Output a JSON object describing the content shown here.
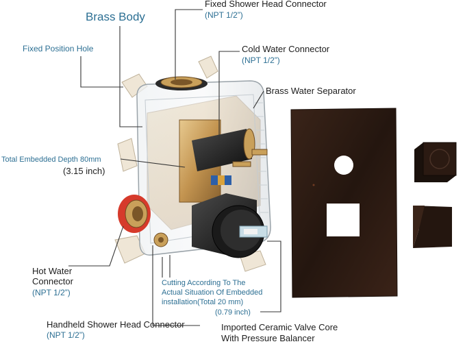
{
  "labels": {
    "brass_body": "Brass Body",
    "fixed_position_hole": "Fixed Position Hole",
    "fixed_shower_head_connector": "Fixed Shower Head Connector",
    "fixed_shower_head_npt": "(NPT 1/2”)",
    "cold_water_connector": "Cold Water Connector",
    "cold_water_npt": "(NPT 1/2”)",
    "brass_water_separator": "Brass Water Separator",
    "total_embedded_depth": "Total Embedded Depth 80mm",
    "total_embedded_depth_inch": "(3.15 inch)",
    "hot_water_connector_1": "Hot Water",
    "hot_water_connector_2": "Connector",
    "hot_water_npt": "(NPT 1/2”)",
    "cutting_1": "Cutting According To The",
    "cutting_2": "Actual Situation Of Embedded",
    "cutting_3": "installation(Total 20 mm)",
    "cutting_inch": "(0.79 inch)",
    "handheld_connector": "Handheld Shower Head Connector",
    "handheld_npt": "(NPT 1/2”)",
    "valve_core_1": "Imported Ceramic Valve Core",
    "valve_core_2": "With Pressure Balancer"
  },
  "colors": {
    "label_blue": "#2c6f93",
    "label_dark": "#1c1c1c",
    "plate": "#2a1a14",
    "brass": "#c9a05a",
    "mount_ear": "#efe6d6"
  }
}
